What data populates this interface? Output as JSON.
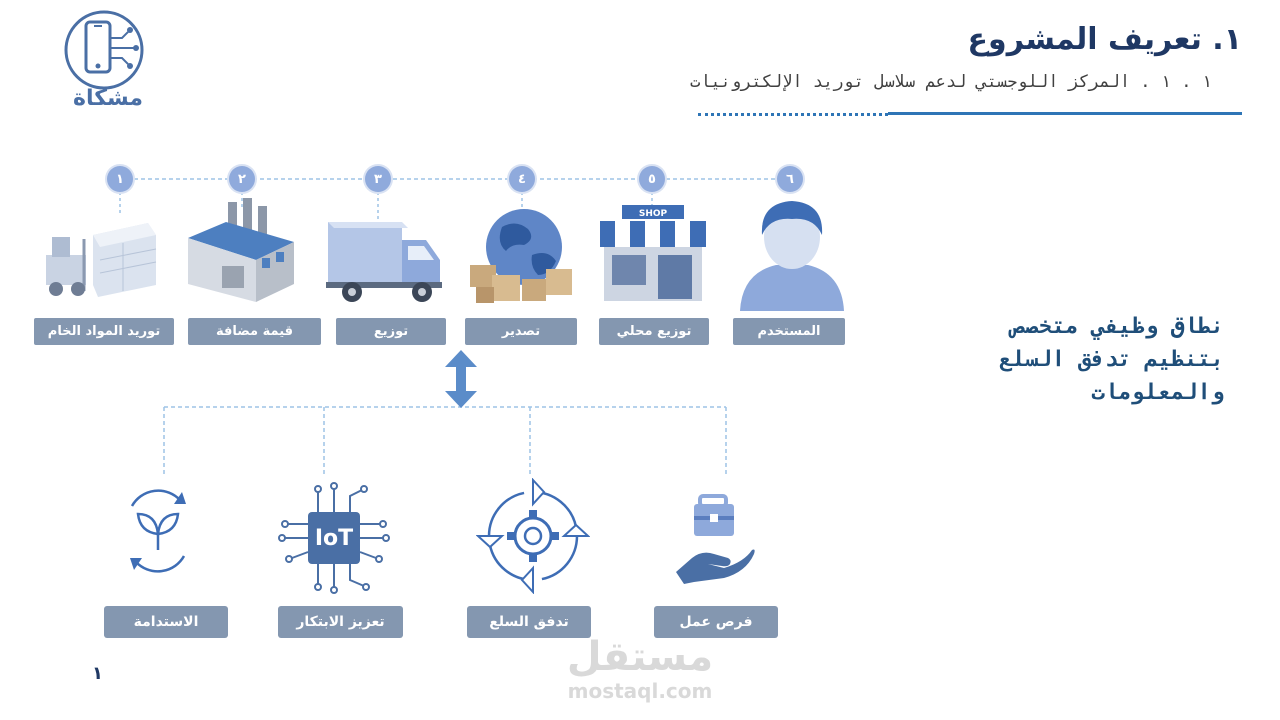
{
  "header": {
    "title": "١. تعريف المشروع",
    "subtitle": "١ . ١ . المركز اللوجستي لدعم سلاسل توريد الإلكترونيات",
    "logo_text": "مشكاة"
  },
  "description": {
    "line1": "نطاق وظيفي متخصص",
    "line2": "بتنظيم تدفق السلع",
    "line3": "والمعلومات"
  },
  "supply_chain": [
    {
      "number": "١",
      "label": "توريد المواد الخام",
      "icon": "warehouse-forklift-icon"
    },
    {
      "number": "٢",
      "label": "قيمة مضافة",
      "icon": "factory-icon"
    },
    {
      "number": "٣",
      "label": "توزيع",
      "icon": "delivery-truck-icon"
    },
    {
      "number": "٤",
      "label": "تصدير",
      "icon": "globe-packages-icon"
    },
    {
      "number": "٥",
      "label": "توزيع محلي",
      "icon": "shop-icon"
    },
    {
      "number": "٦",
      "label": "المستخدم",
      "icon": "user-icon"
    }
  ],
  "shop_sign": "SHOP",
  "benefits": [
    {
      "label": "الاستدامة",
      "icon": "sustainability-leaf-icon"
    },
    {
      "label": "تعزيز الابتكار",
      "icon": "iot-chip-icon"
    },
    {
      "label": "تدفق السلع",
      "icon": "gear-cycle-icon"
    },
    {
      "label": "فرص عمل",
      "icon": "job-hand-briefcase-icon"
    }
  ],
  "iot_text": "IoT",
  "page_number": "١",
  "watermark": {
    "arabic": "مستقل",
    "latin": "mostaql.com"
  },
  "colors": {
    "title": "#1f3864",
    "accent": "#2e75b6",
    "label_bg": "#8497b0",
    "badge": "#8faadc"
  }
}
